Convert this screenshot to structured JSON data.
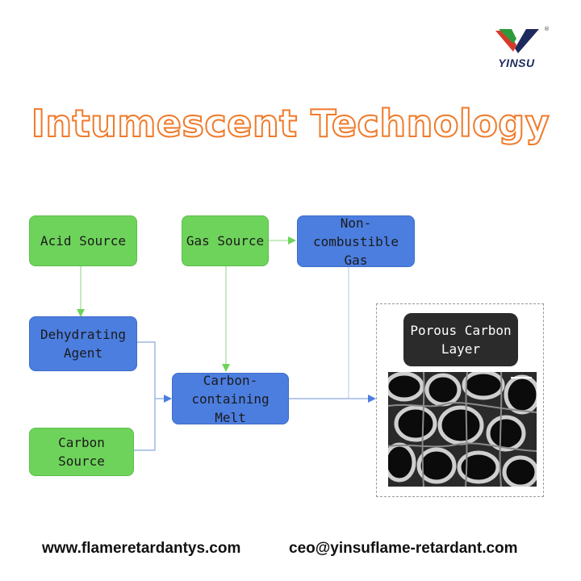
{
  "logo": {
    "brand": "YINSU",
    "registered": "®"
  },
  "title": "Intumescent Technology",
  "nodes": {
    "acid_source": "Acid Source",
    "gas_source": "Gas Source",
    "non_combustible_gas": "Non-combustible\nGas",
    "dehydrating_agent": "Dehydrating\nAgent",
    "carbon_containing_melt": "Carbon-containing\nMelt",
    "carbon_source": "Carbon\nSource",
    "porous_carbon_layer": "Porous Carbon\nLayer"
  },
  "colors": {
    "source_green": "#6ed35b",
    "process_blue": "#4c7ee0",
    "title_orange": "#f07a2a",
    "result_dark": "#2b2b2b"
  },
  "footer": {
    "website": "www.flameretardantys.com",
    "email": "ceo@yinsuflame-retardant.com"
  }
}
